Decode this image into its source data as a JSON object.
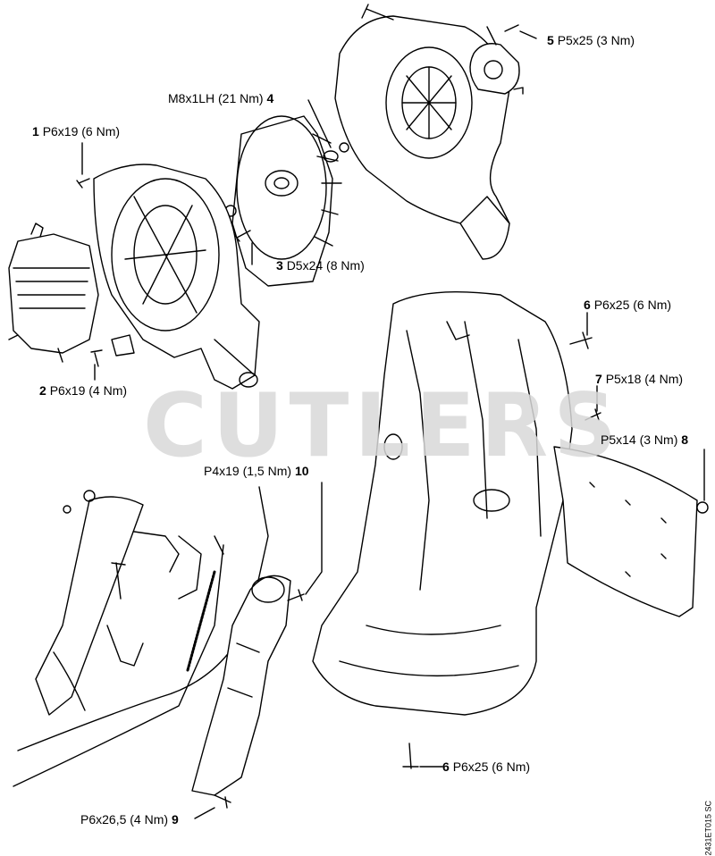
{
  "watermark": "CUTLERS",
  "doc_code": "2431ET015 SC",
  "callouts": [
    {
      "num": "1",
      "text": "P6x19 (6 Nm)"
    },
    {
      "num": "2",
      "text": "P6x19 (4 Nm)"
    },
    {
      "num": "3",
      "text": "D5x24 (8 Nm)"
    },
    {
      "num": "4",
      "text": "M8x1LH (21 Nm)"
    },
    {
      "num": "5",
      "text": "P5x25 (3 Nm)"
    },
    {
      "num": "6",
      "text": "P6x25 (6 Nm)"
    },
    {
      "num": "7",
      "text": "P5x18 (4 Nm)"
    },
    {
      "num": "8",
      "text": "P5x14 (3 Nm)"
    },
    {
      "num": "9",
      "text": "P6x26,5 (4 Nm)"
    },
    {
      "num": "10",
      "text": "P4x19 (1,5 Nm)"
    },
    {
      "num": "6",
      "text": "P6x25 (6 Nm)"
    }
  ]
}
